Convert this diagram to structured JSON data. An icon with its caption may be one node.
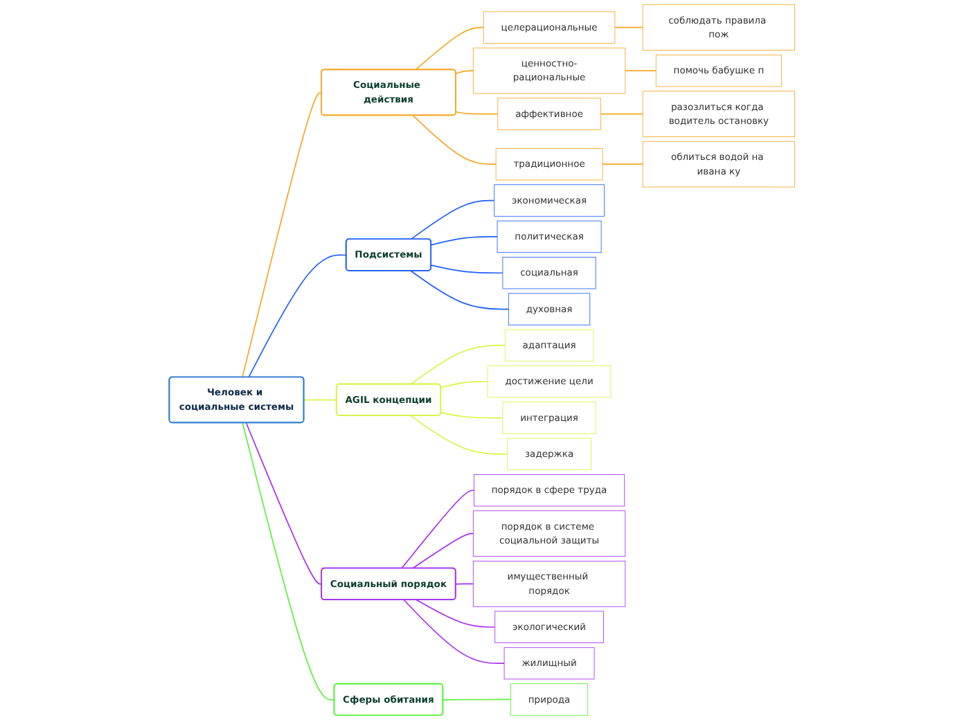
{
  "diagram": {
    "nodes": [
      {
        "text": [
          "Человек и социальные системы"
        ]
      },
      {
        "text": [
          "Социальные действия"
        ]
      },
      {
        "text": [
          "целерациональные"
        ]
      },
      {
        "text": [
          "соблюдать правила пож"
        ]
      },
      {
        "text": [
          "ценностно-рациональные"
        ]
      },
      {
        "text": [
          "помочь бабушке п"
        ]
      },
      {
        "text": [
          "аффективное"
        ]
      },
      {
        "text": [
          "разозлиться когда водитель остановку"
        ]
      },
      {
        "text": [
          "традиционное"
        ]
      },
      {
        "text": [
          "облиться водой на ивана ку"
        ]
      },
      {
        "text": [
          "Подсистемы"
        ]
      },
      {
        "text": [
          "экономическая"
        ]
      },
      {
        "text": [
          "политическая"
        ]
      },
      {
        "text": [
          "социальная"
        ]
      },
      {
        "text": [
          "духовная"
        ]
      },
      {
        "text": [
          "AGIL концепции"
        ]
      },
      {
        "text": [
          "адаптация"
        ]
      },
      {
        "text": [
          "достижение цели"
        ]
      },
      {
        "text": [
          "интеграция"
        ]
      },
      {
        "text": [
          "задержка"
        ]
      },
      {
        "text": [
          "Социальный порядок"
        ]
      },
      {
        "text": [
          "порядок в сфере труда"
        ]
      },
      {
        "text": [
          "порядок в системе социальной защиты"
        ]
      },
      {
        "text": [
          "имущественный порядок"
        ]
      },
      {
        "text": [
          "экологический"
        ]
      },
      {
        "text": [
          "жилищный"
        ]
      },
      {
        "text": [
          "Сферы обитания"
        ]
      },
      {
        "text": [
          "природа"
        ]
      }
    ],
    "edges": [
      {
        "from": 0,
        "to": 1,
        "arrow": "none",
        "color": "#f5a623"
      },
      {
        "from": 1,
        "to": 2,
        "arrow": "none",
        "color": "#f5a623"
      },
      {
        "from": 2,
        "to": 3,
        "arrow": "none",
        "color": "#f5a623"
      },
      {
        "from": 1,
        "to": 4,
        "arrow": "none",
        "color": "#f5a623"
      },
      {
        "from": 4,
        "to": 5,
        "arrow": "none",
        "color": "#f5a623"
      },
      {
        "from": 1,
        "to": 6,
        "arrow": "none",
        "color": "#f5a623"
      },
      {
        "from": 6,
        "to": 7,
        "arrow": "none",
        "color": "#f5a623"
      },
      {
        "from": 1,
        "to": 8,
        "arrow": "none",
        "color": "#f5a623"
      },
      {
        "from": 8,
        "to": 9,
        "arrow": "none",
        "color": "#f5a623"
      },
      {
        "from": 0,
        "to": 10,
        "arrow": "none",
        "color": "#1f5fff"
      },
      {
        "from": 10,
        "to": 11,
        "arrow": "none",
        "color": "#1f5fff"
      },
      {
        "from": 10,
        "to": 12,
        "arrow": "none",
        "color": "#1f5fff"
      },
      {
        "from": 10,
        "to": 13,
        "arrow": "none",
        "color": "#1f5fff"
      },
      {
        "from": 10,
        "to": 14,
        "arrow": "none",
        "color": "#1f5fff"
      },
      {
        "from": 0,
        "to": 15,
        "arrow": "none",
        "color": "#d7f542"
      },
      {
        "from": 15,
        "to": 16,
        "arrow": "none",
        "color": "#d7f542"
      },
      {
        "from": 15,
        "to": 17,
        "arrow": "none",
        "color": "#d7f542"
      },
      {
        "from": 15,
        "to": 18,
        "arrow": "none",
        "color": "#d7f542"
      },
      {
        "from": 15,
        "to": 19,
        "arrow": "none",
        "color": "#d7f542"
      },
      {
        "from": 0,
        "to": 20,
        "arrow": "none",
        "color": "#a52ff0"
      },
      {
        "from": 20,
        "to": 21,
        "arrow": "none",
        "color": "#a52ff0"
      },
      {
        "from": 20,
        "to": 22,
        "arrow": "none",
        "color": "#a52ff0"
      },
      {
        "from": 20,
        "to": 23,
        "arrow": "none",
        "color": "#a52ff0"
      },
      {
        "from": 20,
        "to": 24,
        "arrow": "none",
        "color": "#a52ff0"
      },
      {
        "from": 20,
        "to": 25,
        "arrow": "none",
        "color": "#a52ff0"
      },
      {
        "from": 0,
        "to": 26,
        "arrow": "none",
        "color": "#5cf03a"
      },
      {
        "from": 26,
        "to": 27,
        "arrow": "none",
        "color": "#5cf03a"
      }
    ]
  }
}
